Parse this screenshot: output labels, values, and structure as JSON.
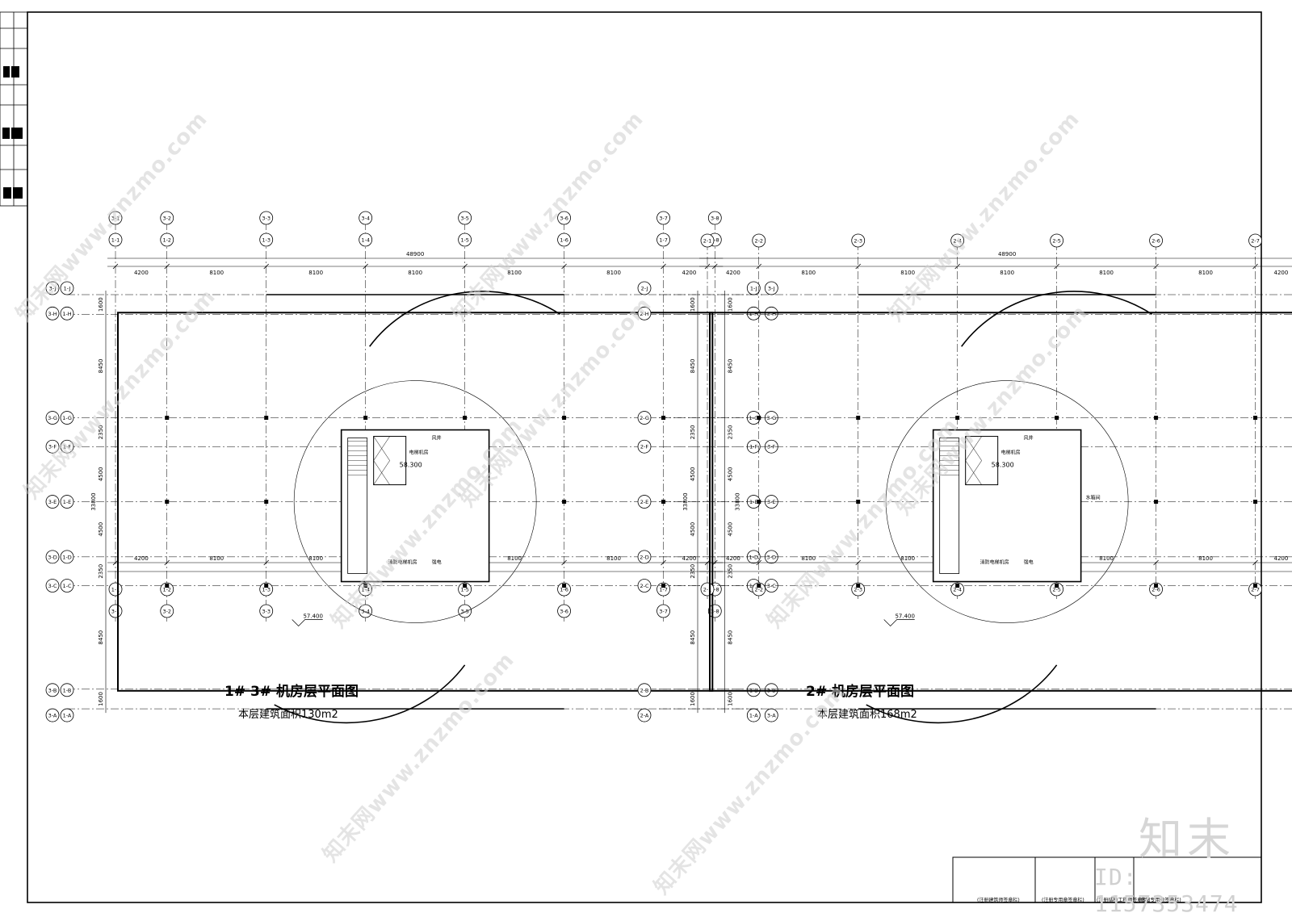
{
  "plans": [
    {
      "id": "left",
      "title": "1#  3#    机房层平面图",
      "area": "本层建筑面积130m2",
      "col_top": [
        "3-1",
        "3-2",
        "3-3",
        "3-4",
        "3-5",
        "3-6",
        "3-7",
        "3-8"
      ],
      "col_mid": [
        "1-1",
        "1-2",
        "1-3",
        "1-4",
        "1-5",
        "1-6",
        "1-7",
        "1-8"
      ],
      "row_a": [
        "3-J",
        "3-H",
        "3-G",
        "3-F",
        "3-E",
        "3-D",
        "3-C",
        "3-B",
        "3-A"
      ],
      "row_b": [
        "1-J",
        "1-H",
        "1-G",
        "1-F",
        "1-E",
        "1-D",
        "1-C",
        "1-B",
        "1-A"
      ],
      "dims_h": [
        "4200",
        "8100",
        "8100",
        "8100",
        "8100",
        "8100",
        "4200"
      ],
      "dim_total_h": "48900",
      "dims_v": [
        "1600",
        "8450",
        "2350",
        "4500",
        "4500",
        "2350",
        "8450",
        "1600"
      ],
      "dim_total_v": "33800",
      "elev_core": "58.300",
      "elev_floor": "57.400",
      "rooms": [
        "电梯机房",
        "消防电梯机房",
        "风井",
        "强电"
      ]
    },
    {
      "id": "right",
      "title": "2#    机房层平面图",
      "area": "本层建筑面积168m2",
      "col_top": [
        "2-1",
        "2-2",
        "2-3",
        "2-4",
        "2-5",
        "2-6",
        "2-7",
        "2-8"
      ],
      "row_a": [
        "2-J",
        "2-H",
        "2-G",
        "2-F",
        "2-E",
        "2-D",
        "2-C",
        "2-B",
        "2-A"
      ],
      "dims_h": [
        "4200",
        "8100",
        "8100",
        "8100",
        "8100",
        "8100",
        "4200"
      ],
      "dim_total_h": "48900",
      "dims_v": [
        "1600",
        "8450",
        "2350",
        "4500",
        "4500",
        "2350",
        "8450",
        "1600"
      ],
      "dim_total_v": "33800",
      "elev_core": "58.300",
      "elev_floor": "57.400",
      "rooms": [
        "电梯机房",
        "消防电梯机房",
        "风井",
        "强电",
        "水箱间"
      ]
    }
  ],
  "watermark": {
    "text": "知末网www.znzmo.com",
    "logo": "知末",
    "id": "ID: 1157353474"
  },
  "title_block": [
    "(注册建筑师签章栏)",
    "(注册专用章签章栏)",
    "(注册结构工程师签章栏)",
    "(审图专用章签章栏)"
  ]
}
